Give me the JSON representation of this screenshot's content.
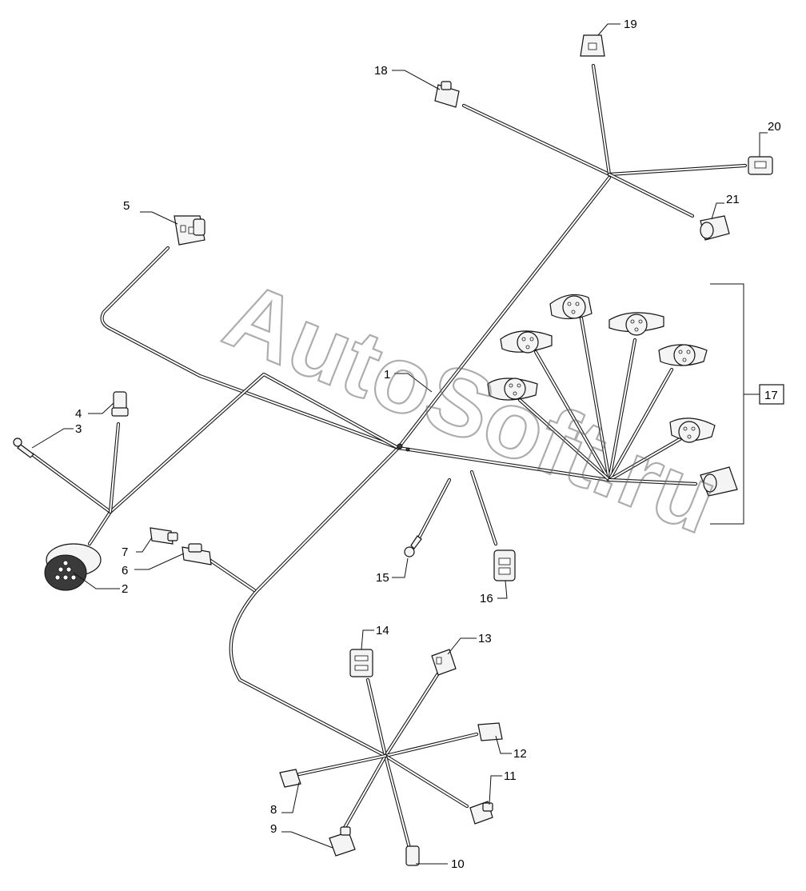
{
  "watermark": "AutoSoft.ru",
  "callouts": {
    "c1": "1",
    "c2": "2",
    "c3": "3",
    "c4": "4",
    "c5": "5",
    "c6": "6",
    "c7": "7",
    "c8": "8",
    "c9": "9",
    "c10": "10",
    "c11": "11",
    "c12": "12",
    "c13": "13",
    "c14": "14",
    "c15": "15",
    "c16": "16",
    "c17": "17",
    "c18": "18",
    "c19": "19",
    "c20": "20",
    "c21": "21"
  }
}
